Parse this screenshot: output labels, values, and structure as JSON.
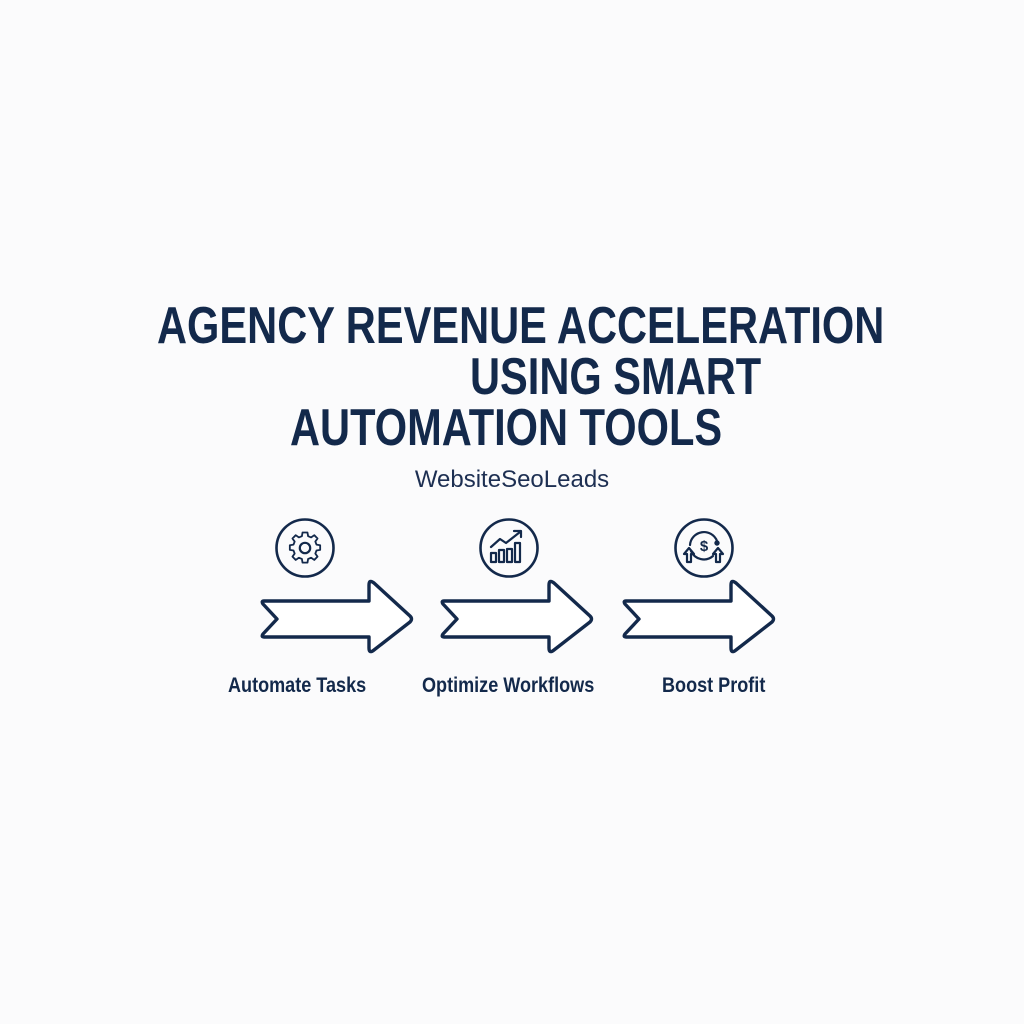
{
  "title": {
    "line1": "AGENCY REVENUE ACCELERATION",
    "line2": "USING SMART",
    "line3": "AUTOMATION TOOLS"
  },
  "brand": "WebsiteSeoLeads",
  "colors": {
    "primary": "#13294b",
    "background": "#fbfbfc"
  },
  "steps": [
    {
      "label": "Automate Tasks",
      "icon": "gear-icon"
    },
    {
      "label": "Optimize Workflows",
      "icon": "growth-chart-icon"
    },
    {
      "label": "Boost Profit",
      "icon": "dollar-cycle-icon"
    }
  ]
}
